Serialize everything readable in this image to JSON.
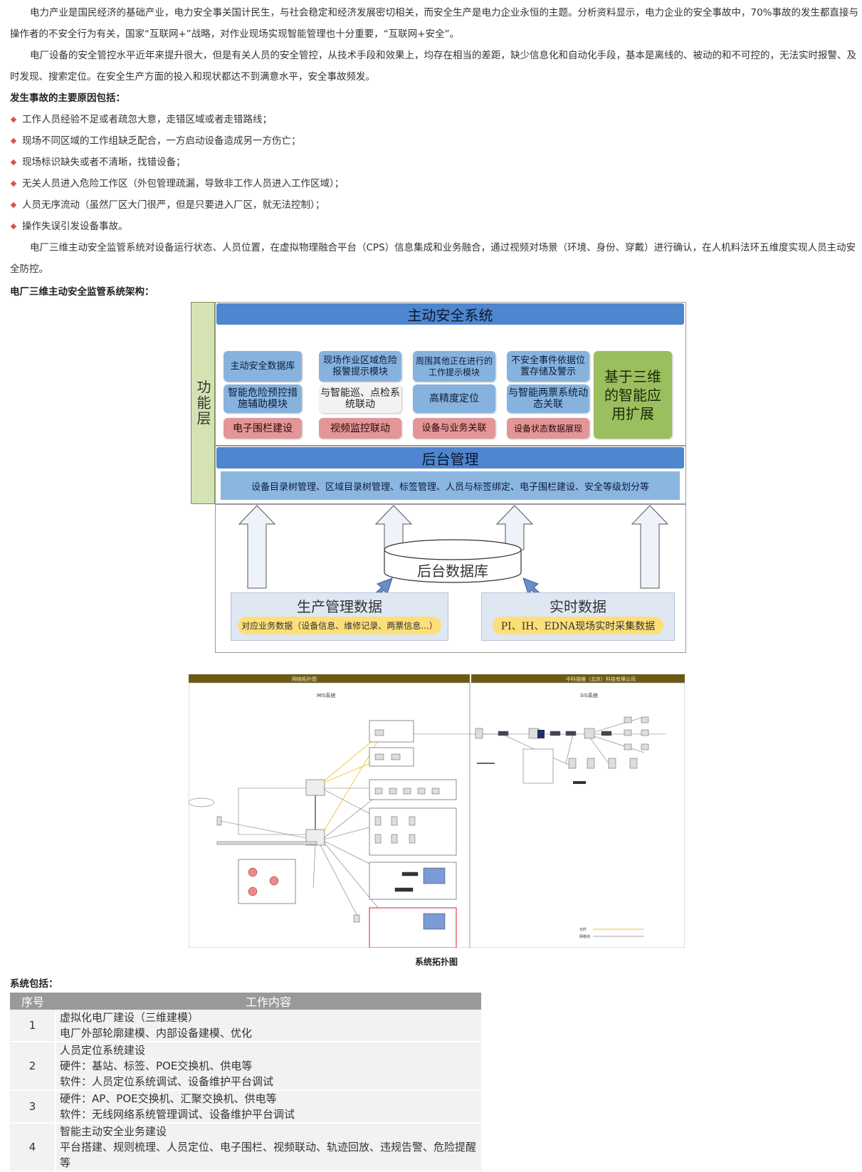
{
  "intro": {
    "p1": "电力产业是国民经济的基础产业，电力安全事关国计民生，与社会稳定和经济发展密切相关，而安全生产是电力企业永恒的主题。分析资料显示，电力企业的安全事故中，70%事故的发生都直接与操作者的不安全行为有关，国家“互联网+”战略，对作业现场实现智能管理也十分重要，“互联网+安全”。",
    "p2": "电厂设备的安全管控水平近年来提升很大，但是有关人员的安全管控，从技术手段和效果上，均存在相当的差距，缺少信息化和自动化手段，基本是离线的、被动的和不可控的，无法实时报警、及时发现、搜索定位。在安全生产方面的投入和现状都达不到满意水平，安全事故频发。"
  },
  "causes": {
    "heading": "发生事故的主要原因包括：",
    "items": [
      "工作人员经验不足或者疏忽大意，走错区域或者走错路线；",
      "现场不同区域的工作组缺乏配合，一方启动设备造成另一方伤亡；",
      "现场标识缺失或者不清晰，找错设备；",
      "无关人员进入危险工作区（外包管理疏漏，导致非工作人员进入工作区域）；",
      "人员无序流动（虽然厂区大门很严，但是只要进入厂区，就无法控制）；",
      "操作失误引发设备事故。"
    ]
  },
  "system_desc": "电厂三维主动安全监管系统对设备运行状态、人员位置，在虚拟物理融合平台（CPS）信息集成和业务融合，通过视频对场景（环境、身份、穿戴）进行确认，在人机料法环五维度实现人员主动安全防控。",
  "arch_heading": "电厂三维主动安全监管系统架构：",
  "arch": {
    "side_label": "功能层",
    "top_title": "主动安全系统",
    "modules": [
      [
        "主动安全数据库",
        "智能危险预控措施辅助模块",
        "电子围栏建设"
      ],
      [
        "现场作业区域危险报警提示模块",
        "与智能巡、点检系统联动",
        "视频监控联动"
      ],
      [
        "周围其他正在进行的工作提示模块",
        "高精度定位",
        "设备与业务关联"
      ],
      [
        "不安全事件依据位置存储及警示",
        "与智能两票系统动态关联",
        "设备状态数据展现"
      ]
    ],
    "green_box": "基于三维的智能应用扩展",
    "backend_title": "后台管理",
    "backend_items": "设备目录树管理、区域目录树管理、标签管理、人员与标签绑定、电子围栏建设、安全等级划分等",
    "db_label": "后台数据库",
    "prod_title": "生产管理数据",
    "prod_items": "对应业务数据（设备信息、维修记录、两票信息...）",
    "rt_title": "实时数据",
    "rt_items": "PI、IH、EDNA现场实时采集数据"
  },
  "topology": {
    "header_left": "网络拓扑图",
    "header_right": "中科諾维（北京）科技有限公司",
    "mis_label": "MIS系统",
    "sis_label": "SIS系统",
    "legend": [
      "光纤",
      "网络线"
    ],
    "caption": "系统拓扑图"
  },
  "system_heading": "系统包括：",
  "table": {
    "headers": [
      "序号",
      "工作内容"
    ],
    "rows": [
      {
        "no": "1",
        "lines": [
          "虚拟化电厂建设（三维建模）",
          "电厂外部轮廓建模、内部设备建模、优化"
        ]
      },
      {
        "no": "2",
        "lines": [
          "人员定位系统建设",
          "硬件：基站、标签、POE交换机、供电等",
          "软件：人员定位系统调试、设备维护平台调试"
        ]
      },
      {
        "no": "3",
        "lines": [
          "硬件：AP、POE交换机、汇聚交换机、供电等",
          "软件：无线网络系统管理调试、设备维护平台调试"
        ]
      },
      {
        "no": "4",
        "lines": [
          "智能主动安全业务建设",
          "平台搭建、规则梳理、人员定位、电子围栏、视频联动、轨迹回放、违规告警、危险提醒等"
        ]
      }
    ]
  }
}
